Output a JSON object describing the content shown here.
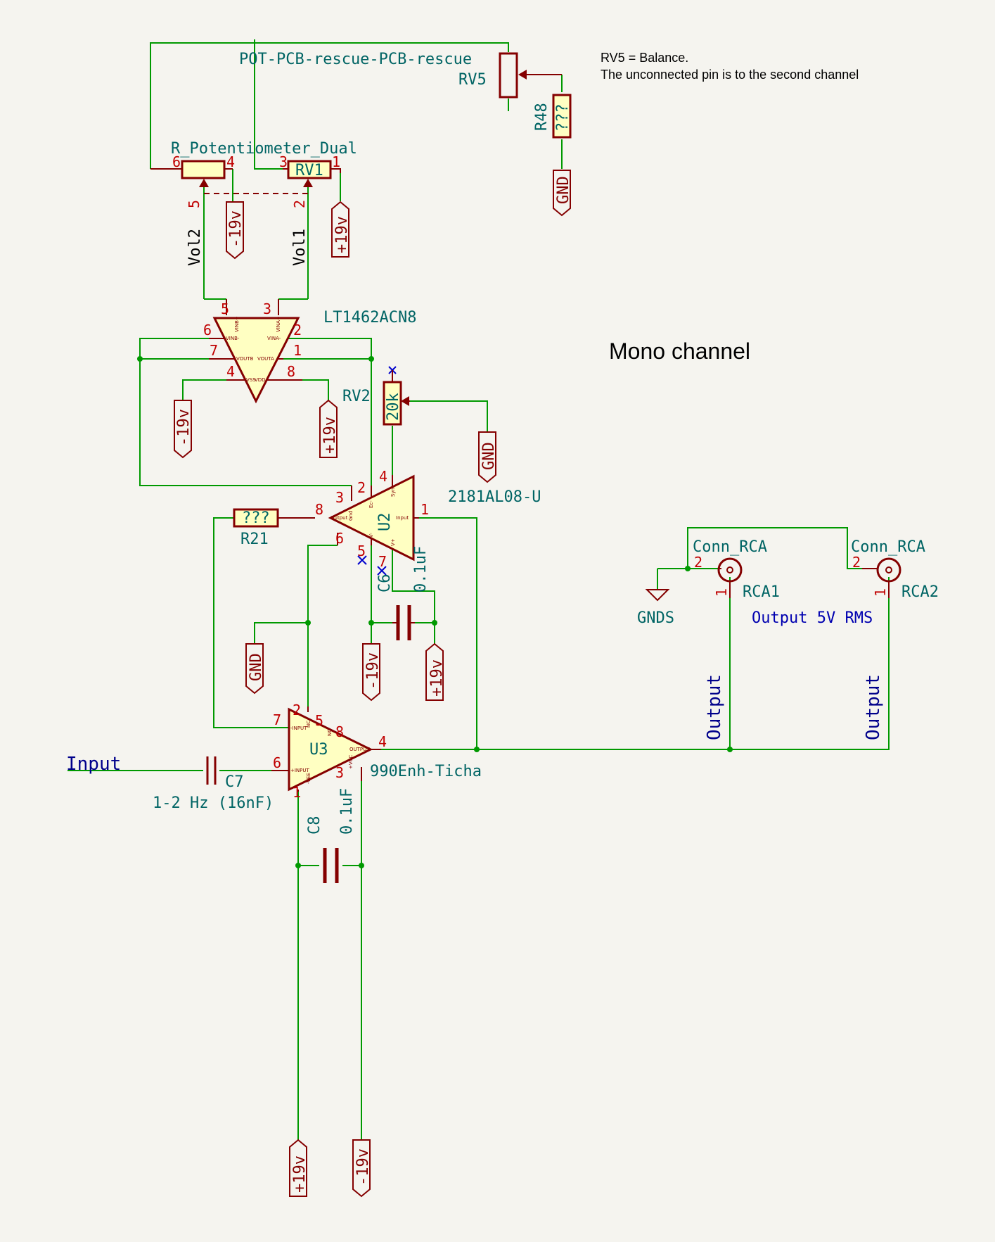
{
  "note": {
    "line1": "RV5 = Balance.",
    "line2": "The unconnected pin is to the second channel"
  },
  "title": "Mono channel",
  "rv5": {
    "ref": "RV5",
    "value": "POT-PCB-rescue-PCB-rescue"
  },
  "r48": {
    "ref": "R48",
    "value": "???"
  },
  "rv1": {
    "ref": "RV1",
    "value": "R_Potentiometer_Dual",
    "pins": [
      "6",
      "4",
      "3",
      "1",
      "5",
      "2"
    ]
  },
  "u_buf": {
    "value": "LT1462ACN8",
    "pins": [
      "5",
      "3",
      "6",
      "2",
      "7",
      "1",
      "4",
      "8"
    ],
    "pin_labels": [
      "VINB+",
      "VINA+",
      "VINB-",
      "VINA-",
      "VOUTB",
      "VOUTA",
      "VSS",
      "VDD"
    ]
  },
  "rv2": {
    "ref": "RV2",
    "value": "20k"
  },
  "u2": {
    "ref": "U2",
    "value": "2181AL08-U",
    "pins": [
      "2",
      "4",
      "3",
      "8",
      "1",
      "6",
      "5",
      "7"
    ],
    "pin_labels": [
      "Ec-",
      "Sym",
      "Output",
      "Gnd",
      "Input",
      "V-",
      "V+"
    ]
  },
  "r21": {
    "ref": "R21",
    "value": "???"
  },
  "c6": {
    "ref": "C6",
    "value": "0.1uF"
  },
  "u3": {
    "ref": "U3",
    "value": "990Enh-Ticha",
    "pins": [
      "7",
      "2",
      "5",
      "8",
      "4",
      "6",
      "1",
      "3"
    ],
    "pin_labels": [
      "-INPUT",
      "NC",
      "NC",
      "OUTPUT",
      "+INPUT",
      "+VCC",
      "-VEE"
    ]
  },
  "c7": {
    "ref": "C7",
    "value": "1-2 Hz (16nF)"
  },
  "c8": {
    "ref": "C8",
    "value": "0.1uF"
  },
  "rca1": {
    "ref": "RCA1",
    "value": "Conn_RCA",
    "pins": [
      "2",
      "1"
    ]
  },
  "rca2": {
    "ref": "RCA2",
    "value": "Conn_RCA",
    "pins": [
      "2",
      "1"
    ]
  },
  "output_note": "Output 5V RMS",
  "net_labels": {
    "vol1": "Vol1",
    "vol2": "Vol2"
  },
  "hier_labels": {
    "input": "Input",
    "output": "Output"
  },
  "power": {
    "pos": "+19v",
    "neg": "-19v",
    "gnd": "GND",
    "gnds": "GNDS"
  },
  "colors": {
    "wire": "#009900",
    "symbol": "#840000",
    "symbol_fill": "#ffffc2",
    "reference": "#006464",
    "hier_label": "#00008b",
    "background": "#f5f4ef"
  }
}
